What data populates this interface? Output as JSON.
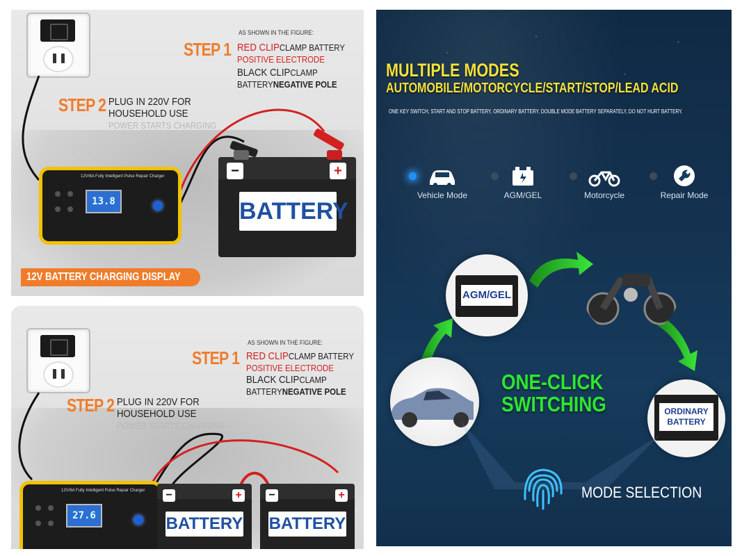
{
  "left_top": {
    "note": "AS SHOWN IN THE FIGURE:",
    "step1": "STEP 1",
    "red_clip": "RED CLIP",
    "red_clip_rest": "CLAMP BATTERY",
    "positive": "POSITIVE ELECTRODE",
    "black_clip": "BLACK CLIP",
    "black_clip_rest": "CLAMP",
    "battery_word": "BATTERY",
    "negative": "NEGATIVE POLE",
    "step2": "STEP 2",
    "plug1": "PLUG IN 220V FOR",
    "plug2": "HOUSEHOLD USE",
    "power": "POWER STARTS CHARGING",
    "battery_label": "BATTERY",
    "charger_title": "12V/6A Fully Intelligent Pulse Repair Charger",
    "lcd": "13.8",
    "display_caption": "12V BATTERY CHARGING DISPLAY"
  },
  "left_bottom": {
    "note": "AS SHOWN IN THE FIGURE:",
    "step1": "STEP 1",
    "red_clip": "RED CLIP",
    "red_clip_rest": "CLAMP BATTERY",
    "positive": "POSITIVE ELECTRODE",
    "black_clip": "BLACK CLIP",
    "black_clip_rest": "CLAMP",
    "battery_word": "BATTERY",
    "negative": "NEGATIVE POLE",
    "step2": "STEP 2",
    "plug1": "PLUG IN 220V FOR",
    "plug2": "HOUSEHOLD USE",
    "power": "POWER STARTS CHARGING",
    "battery_label_a": "BATTERY",
    "battery_label_b": "BATTERY",
    "charger_title": "12V/6A Fully Intelligent Pulse Repair Charger",
    "lcd": "27.6"
  },
  "right": {
    "title": "MULTIPLE MODES",
    "subtitle": "AUTOMOBILE/MOTORCYCLE/START/STOP/LEAD ACID",
    "description": "ONE KEY SWITCH, START AND STOP BATTERY, ORDINARY BATTERY, DOUBLE MODE BATTERY SEPARATELY, DO NOT HURT BATTERY.",
    "modes": [
      "Vehicle Mode",
      "AGM/GEL",
      "Motorcycle",
      "Repair Mode"
    ],
    "agm_label": "AGM/GEL",
    "ordinary_label_1": "ORDINARY",
    "ordinary_label_2": "BATTERY",
    "one_click_1": "ONE-CLICK",
    "one_click_2": "SWITCHING",
    "mode_selection": "MODE SELECTION"
  },
  "colors": {
    "step_orange": "#f07c2a",
    "clip_red": "#d32020",
    "title_yellow": "#f4e23a",
    "switch_green": "#2ee62e",
    "charger_yellow": "#f2c200",
    "battery_blue": "#2050a0"
  }
}
